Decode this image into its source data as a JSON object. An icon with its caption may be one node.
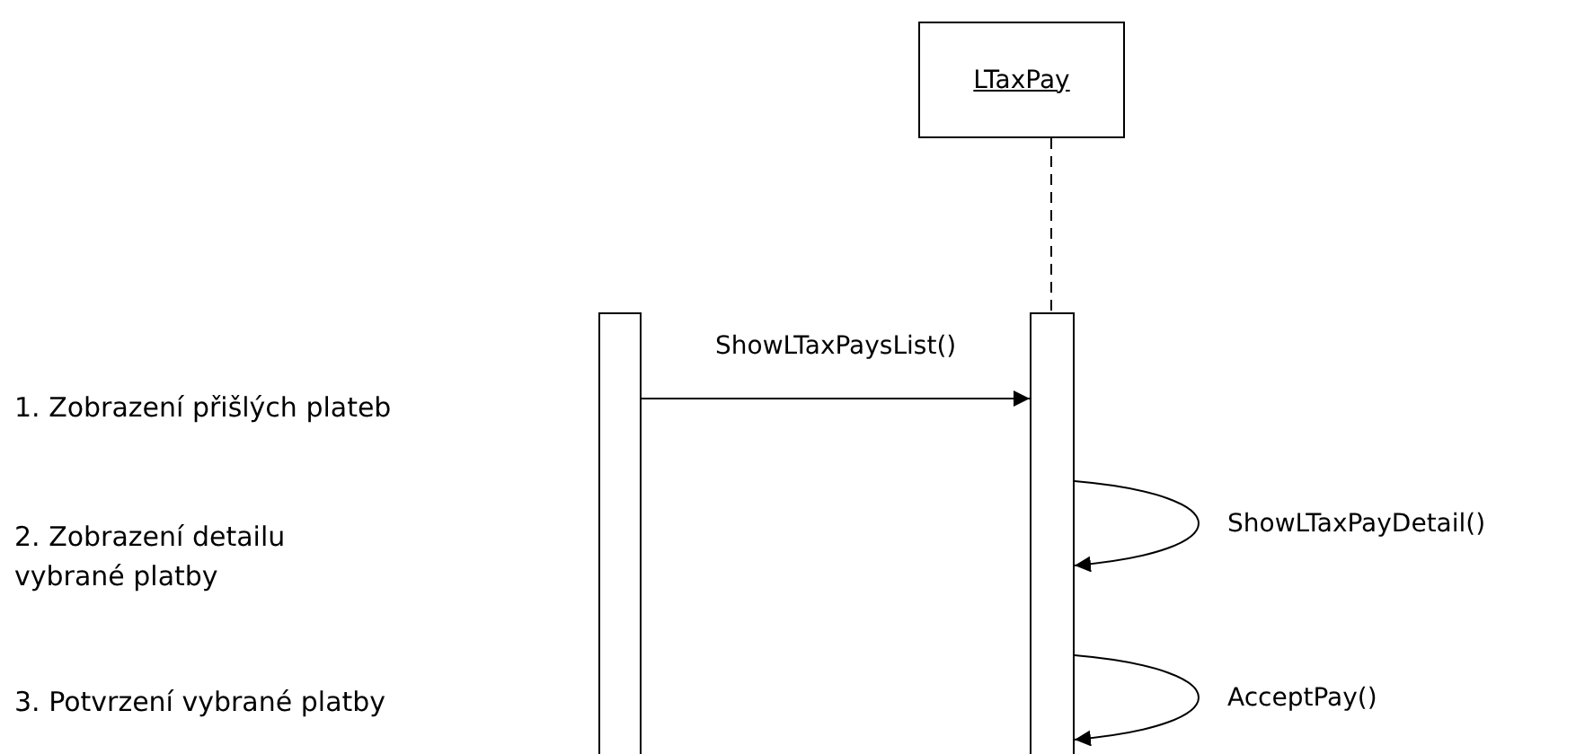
{
  "diagram": {
    "nodes": [
      {
        "text": [
          "LTaxPay"
        ]
      },
      {
        "text": [],
        "shape": "bar"
      },
      {
        "text": [],
        "shape": "bar"
      }
    ],
    "edges": [
      {
        "from": 0,
        "to": 2,
        "arrow": "none",
        "style": "dashed"
      },
      {
        "from": 1,
        "to": 2,
        "arrow": "to",
        "label": "ShowLTaxPaysList()"
      },
      {
        "from": 2,
        "to": 2,
        "arrow": "to",
        "label": "ShowLTaxPayDetail()"
      },
      {
        "from": 2,
        "to": 2,
        "arrow": "to",
        "label": "AcceptPay()"
      }
    ],
    "labels": [
      "1. Zobrazení přišlých plateb",
      "2. Zobrazení detailu vybrané platby",
      "3. Potvrzení vybrané platby"
    ]
  }
}
